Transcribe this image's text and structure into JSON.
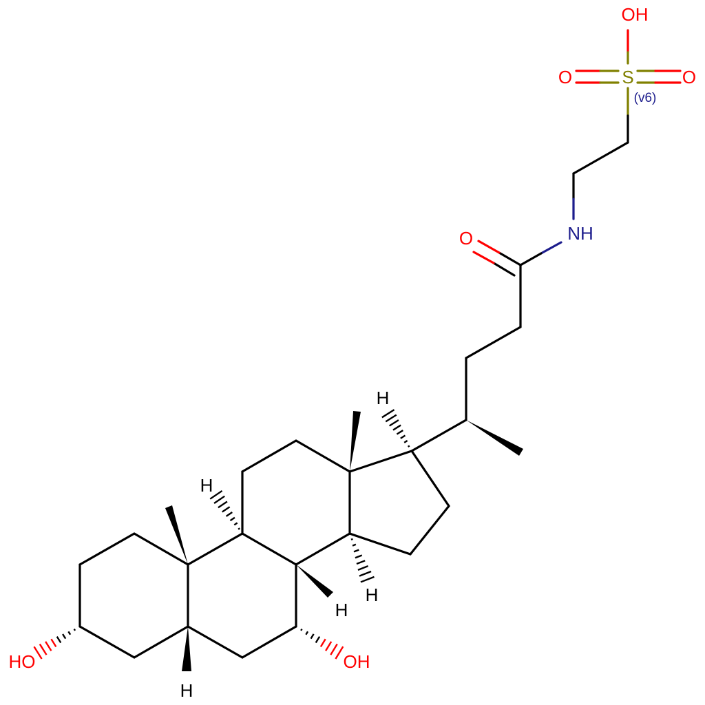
{
  "molecule": {
    "labels": {
      "oh_top": "OH",
      "o_left": "O",
      "o_right": "O",
      "sulfur": "S",
      "valence": "(v6)",
      "nh": "NH",
      "o_carbonyl": "O",
      "h_c17": "H",
      "h_c9": "H",
      "h_c8": "H",
      "h_c14": "H",
      "h_c5": "H",
      "oh_c3": "HO",
      "oh_c7": "OH"
    },
    "colors": {
      "bond": "#000000",
      "oxygen": "#ff0000",
      "nitrogen": "#1c1c8c",
      "sulfur": "#808000",
      "valence": "#1c1c8c"
    }
  }
}
